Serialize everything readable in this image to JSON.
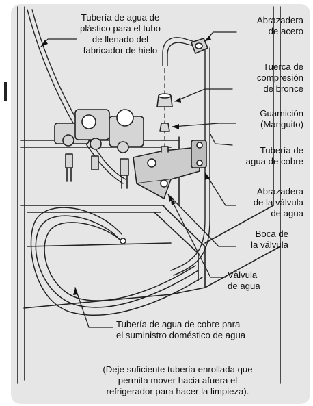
{
  "labels": {
    "plastic_tube": [
      "Tubería de agua de",
      "plástico para el tubo",
      "de llenado del",
      "fabricador de hielo"
    ],
    "steel_clamp": [
      "Abrazadera",
      "de acero"
    ],
    "brass_nut": [
      "Tuerca de",
      "compresión",
      "de bronce"
    ],
    "ferrule": [
      "Guarnición",
      "(Manguito)"
    ],
    "copper_tube": [
      "Tubería de",
      "agua de cobre"
    ],
    "valve_clamp": [
      "Abrazadera",
      "de la válvula",
      "de agua"
    ],
    "valve_inlet": [
      "Boca de",
      "la válvula"
    ],
    "water_valve": [
      "Válvula",
      "de agua"
    ],
    "supply_tube": [
      "Tubería de agua de cobre para",
      "el suministro doméstico de agua"
    ]
  },
  "note": [
    "(Deje suficiente tubería enrollada que",
    "permita mover hacia afuera el",
    "refrigerador para hacer la limpieza)."
  ],
  "colors": {
    "panel": "#e6e6e6",
    "line": "#111111",
    "metal": "#cfcfcf"
  }
}
